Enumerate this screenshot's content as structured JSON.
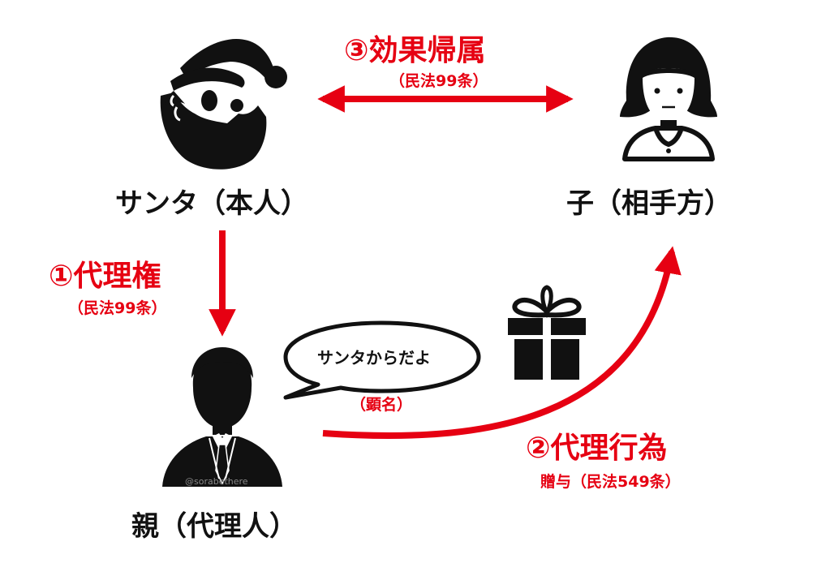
{
  "nodes": {
    "santa": {
      "label": "サンタ（本人）"
    },
    "child": {
      "label": "子（相手方）"
    },
    "parent": {
      "label": "親（代理人）"
    }
  },
  "edges": {
    "authority": {
      "title": "①代理権",
      "note": "（民法99条）"
    },
    "act": {
      "title": "②代理行為",
      "note": "贈与（民法549条）"
    },
    "effect": {
      "title": "③効果帰属",
      "note": "（民法99条）"
    }
  },
  "bubble": {
    "text": "サンタからだよ",
    "caption": "（顕名）"
  },
  "watermark": "@sorabethere",
  "colors": {
    "accent": "#e60012",
    "ink": "#111111"
  },
  "icons": {
    "santa": "santa-icon",
    "child": "girl-icon",
    "parent": "businessman-icon",
    "gift": "gift-icon"
  }
}
